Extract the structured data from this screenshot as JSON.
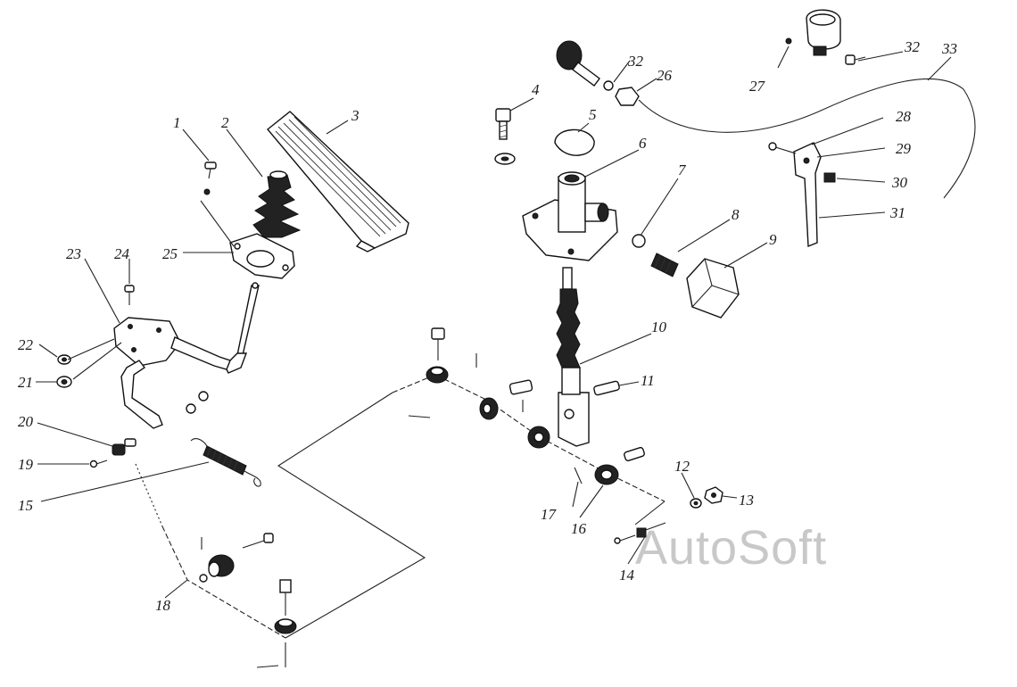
{
  "watermark": "AutoSoft",
  "callouts": [
    {
      "id": "1",
      "label": "1"
    },
    {
      "id": "2",
      "label": "2"
    },
    {
      "id": "3",
      "label": "3"
    },
    {
      "id": "4",
      "label": "4"
    },
    {
      "id": "5",
      "label": "5"
    },
    {
      "id": "6",
      "label": "6"
    },
    {
      "id": "7",
      "label": "7"
    },
    {
      "id": "8",
      "label": "8"
    },
    {
      "id": "9",
      "label": "9"
    },
    {
      "id": "10",
      "label": "10"
    },
    {
      "id": "11",
      "label": "11"
    },
    {
      "id": "12",
      "label": "12"
    },
    {
      "id": "13",
      "label": "13"
    },
    {
      "id": "14",
      "label": "14"
    },
    {
      "id": "15",
      "label": "15"
    },
    {
      "id": "16",
      "label": "16"
    },
    {
      "id": "17",
      "label": "17"
    },
    {
      "id": "18",
      "label": "18"
    },
    {
      "id": "19",
      "label": "19"
    },
    {
      "id": "20",
      "label": "20"
    },
    {
      "id": "21",
      "label": "21"
    },
    {
      "id": "22",
      "label": "22"
    },
    {
      "id": "23",
      "label": "23"
    },
    {
      "id": "24",
      "label": "24"
    },
    {
      "id": "25",
      "label": "25"
    },
    {
      "id": "26",
      "label": "26"
    },
    {
      "id": "27",
      "label": "27"
    },
    {
      "id": "28",
      "label": "28"
    },
    {
      "id": "29",
      "label": "29"
    },
    {
      "id": "30",
      "label": "30"
    },
    {
      "id": "31",
      "label": "31"
    },
    {
      "id": "32a",
      "label": "32"
    },
    {
      "id": "32b",
      "label": "32"
    },
    {
      "id": "33",
      "label": "33"
    }
  ]
}
